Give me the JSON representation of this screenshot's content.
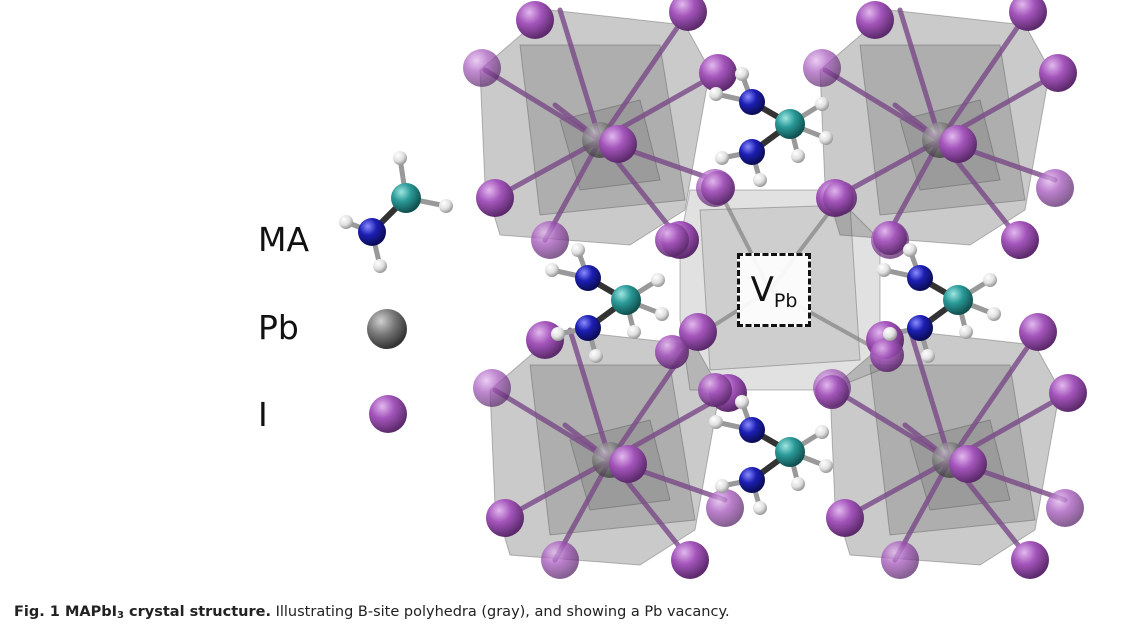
{
  "legend": {
    "ma_label": "MA",
    "pb_label": "Pb",
    "i_label": "I"
  },
  "vacancy_label": {
    "main": "V",
    "sub": "Pb"
  },
  "caption": {
    "prefix": "Fig. 1 MAPbI",
    "prefix_sub": "3",
    "title_rest": " crystal structure.",
    "body": " Illustrating B-site polyhedra (gray), and showing a Pb vacancy."
  },
  "colors": {
    "iodine": "#9b4fb0",
    "lead": "#6e6e6e",
    "nitrogen": "#1c1fb3",
    "carbon": "#2a9a98",
    "hydrogen": "#e8e8e8",
    "polyhedron": "#5a5a5a"
  }
}
